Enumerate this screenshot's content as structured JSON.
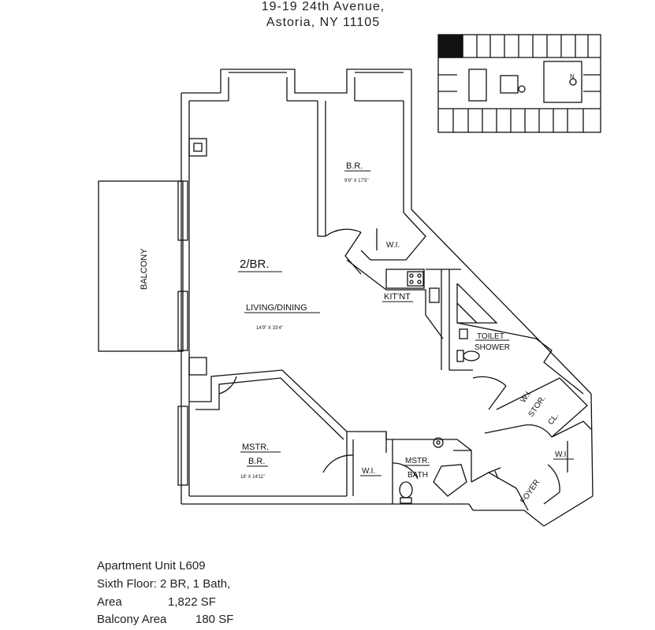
{
  "address": {
    "line1": "19-19 24th Avenue,",
    "line2": "Astoria, NY 11105"
  },
  "rooms": {
    "br": {
      "name": "B.R.",
      "dims": "9'9\" X 17'5\""
    },
    "living_title": "2/BR.",
    "living": {
      "name": "LIVING/DINING",
      "dims": "14'9\" X 33'4\""
    },
    "balcony": "BALCONY",
    "kitchen": "KIT'NT",
    "toilet_line1": "TOILET",
    "toilet_line2": "SHOWER",
    "wi_1": "W.I.",
    "wi_2": "W.I.",
    "wi_3": "W.I.",
    "stor_wi": "W.I.",
    "stor_line1": "STOR.",
    "stor_line2": "CL.",
    "foyer": "FOYER",
    "mstr_br_line1": "MSTR.",
    "mstr_br_line2": "B.R.",
    "mstr_br_dims": "18' X 14'11\"",
    "mstr_bath_line1": "MSTR.",
    "mstr_bath_line2": "BATH"
  },
  "keyplan": {
    "north": "N"
  },
  "unit_info": {
    "unit": "Apartment Unit L609",
    "floor": "Sixth Floor: 2 BR, 1 Bath,",
    "area_label": "Area",
    "area_value": "1,822 SF",
    "balcony_label": "Balcony Area",
    "balcony_value": "180 SF"
  }
}
